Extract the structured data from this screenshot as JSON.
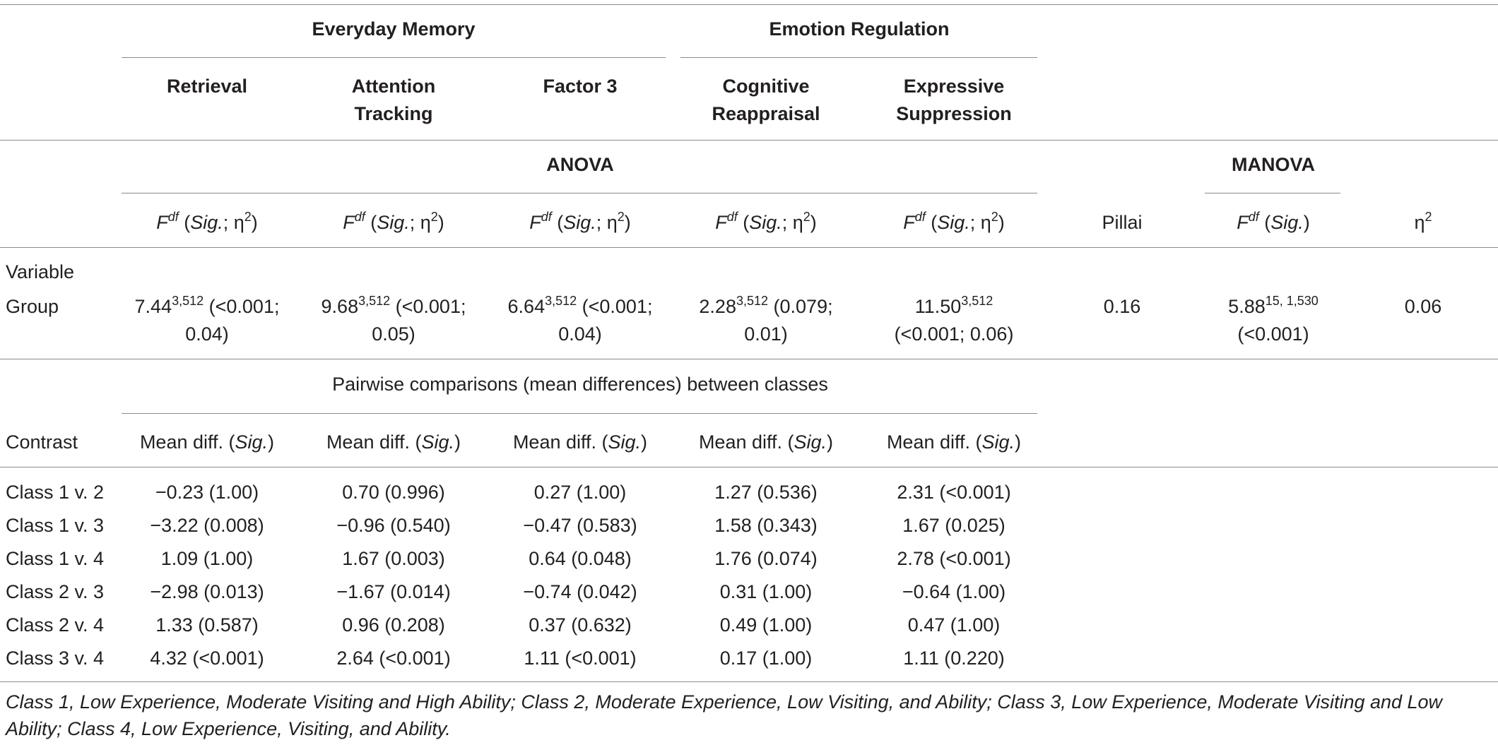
{
  "groups": {
    "everyday_memory": "Everyday Memory",
    "emotion_regulation": "Emotion Regulation"
  },
  "columns": {
    "retrieval": "Retrieval",
    "attention_1": "Attention",
    "attention_2": "Tracking",
    "factor3": "Factor 3",
    "cognitive_1": "Cognitive",
    "cognitive_2": "Reappraisal",
    "expressive_1": "Expressive",
    "expressive_2": "Suppression"
  },
  "sections": {
    "anova": "ANOVA",
    "manova": "MANOVA"
  },
  "stat_headers": {
    "F": "F",
    "df": "df",
    "sig": "Sig.",
    "eta": "η",
    "two": "2",
    "open_paren": " (",
    "semicolon": "; ",
    "close_paren": ")",
    "pillai": "Pillai"
  },
  "rows": {
    "variable_label": "Variable",
    "group_label": "Group"
  },
  "group_values": {
    "retrieval": {
      "value": "7.44",
      "sup": "3,512",
      "line1_rest": " (<0.001;",
      "line2": "0.04)"
    },
    "attention": {
      "value": "9.68",
      "sup": "3,512",
      "line1_rest": " (<0.001;",
      "line2": "0.05)"
    },
    "factor3": {
      "value": "6.64",
      "sup": "3,512",
      "line1_rest": " (<0.001;",
      "line2": "0.04)"
    },
    "cognitive": {
      "value": "2.28",
      "sup": "3,512",
      "line1_rest": " (0.079;",
      "line2": "0.01)"
    },
    "expressive": {
      "value": "11.50",
      "sup": "3,512",
      "line1_rest": "",
      "line2": "(<0.001; 0.06)"
    },
    "pillai": "0.16",
    "manova_f": {
      "value": "5.88",
      "sup": "15, 1,530",
      "line2": "(<0.001)"
    },
    "eta2": "0.06"
  },
  "pairwise": {
    "title": "Pairwise comparisons (mean differences) between classes",
    "contrast_label": "Contrast",
    "mean_diff_label": "Mean diff. (",
    "sig_label": "Sig.",
    "close_paren": ")",
    "rows": [
      {
        "label": "Class 1 v. 2",
        "values": [
          "−0.23 (1.00)",
          "0.70 (0.996)",
          "0.27 (1.00)",
          "1.27 (0.536)",
          "2.31 (<0.001)"
        ]
      },
      {
        "label": "Class 1 v. 3",
        "values": [
          "−3.22 (0.008)",
          "−0.96 (0.540)",
          "−0.47 (0.583)",
          "1.58 (0.343)",
          "1.67 (0.025)"
        ]
      },
      {
        "label": "Class 1 v. 4",
        "values": [
          "1.09 (1.00)",
          "1.67 (0.003)",
          "0.64 (0.048)",
          "1.76 (0.074)",
          "2.78 (<0.001)"
        ]
      },
      {
        "label": "Class 2 v. 3",
        "values": [
          "−2.98 (0.013)",
          "−1.67 (0.014)",
          "−0.74 (0.042)",
          "0.31 (1.00)",
          "−0.64 (1.00)"
        ]
      },
      {
        "label": "Class 2 v. 4",
        "values": [
          "1.33 (0.587)",
          "0.96 (0.208)",
          "0.37 (0.632)",
          "0.49 (1.00)",
          "0.47 (1.00)"
        ]
      },
      {
        "label": "Class 3 v. 4",
        "values": [
          "4.32 (<0.001)",
          "2.64 (<0.001)",
          "1.11 (<0.001)",
          "0.17 (1.00)",
          "1.11 (0.220)"
        ]
      }
    ]
  },
  "footnote": "Class 1, Low Experience, Moderate Visiting and High Ability; Class 2, Moderate Experience, Low Visiting, and Ability; Class 3, Low Experience, Moderate Visiting and Low Ability; Class 4, Low Experience, Visiting, and Ability."
}
